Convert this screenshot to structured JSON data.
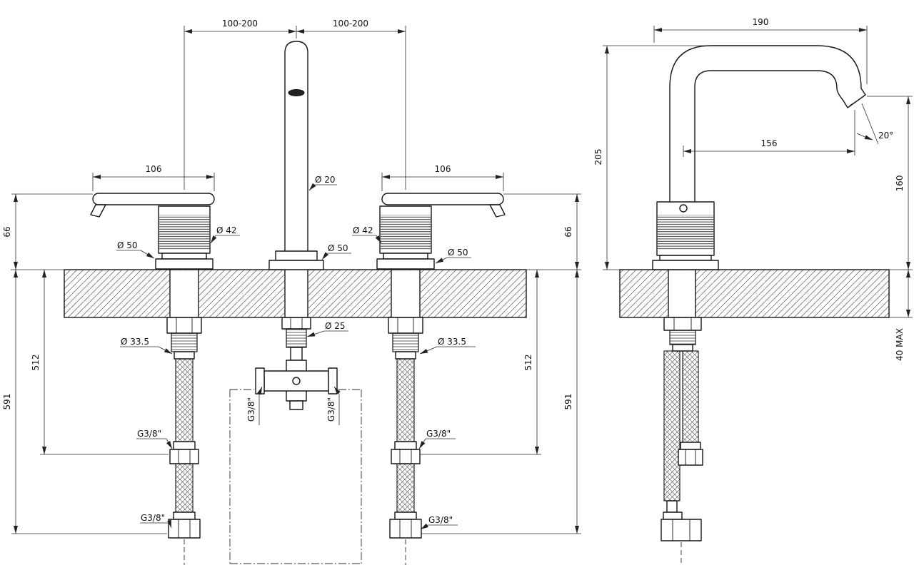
{
  "front_view": {
    "dims": {
      "span_left": "100-200",
      "span_right": "100-200",
      "handle_width_left": "106",
      "handle_width_right": "106",
      "spout_tube_dia": "Ø 20",
      "handle_dia_left": "Ø 42",
      "handle_base_dia_left": "Ø 50",
      "handle_dia_right": "Ø 42",
      "spout_base_dia": "Ø 50",
      "handle_base_dia_right": "Ø 50",
      "height_above_deck_left": "66",
      "height_above_deck_right": "66",
      "tailpiece_dia_left": "Ø 33.5",
      "valve_dia": "Ø 25",
      "tailpiece_dia_right": "Ø 33.5",
      "hose_connection_left": "512",
      "hose_connection_right": "512",
      "hose_total_left": "591",
      "hose_total_right": "591",
      "thread_hose_left": "G3/8\"",
      "thread_hose_right": "G3/8\"",
      "thread_valve_left": "G3/8\"",
      "thread_valve_right": "G3/8\"",
      "thread_hose_end_left": "G3/8\"",
      "thread_hose_end_right": "G3/8\""
    }
  },
  "side_view": {
    "dims": {
      "spout_reach": "190",
      "spout_height": "205",
      "spout_angle": "20°",
      "outlet_reach": "156",
      "outlet_height": "160",
      "deck_thickness": "40 MAX"
    }
  }
}
